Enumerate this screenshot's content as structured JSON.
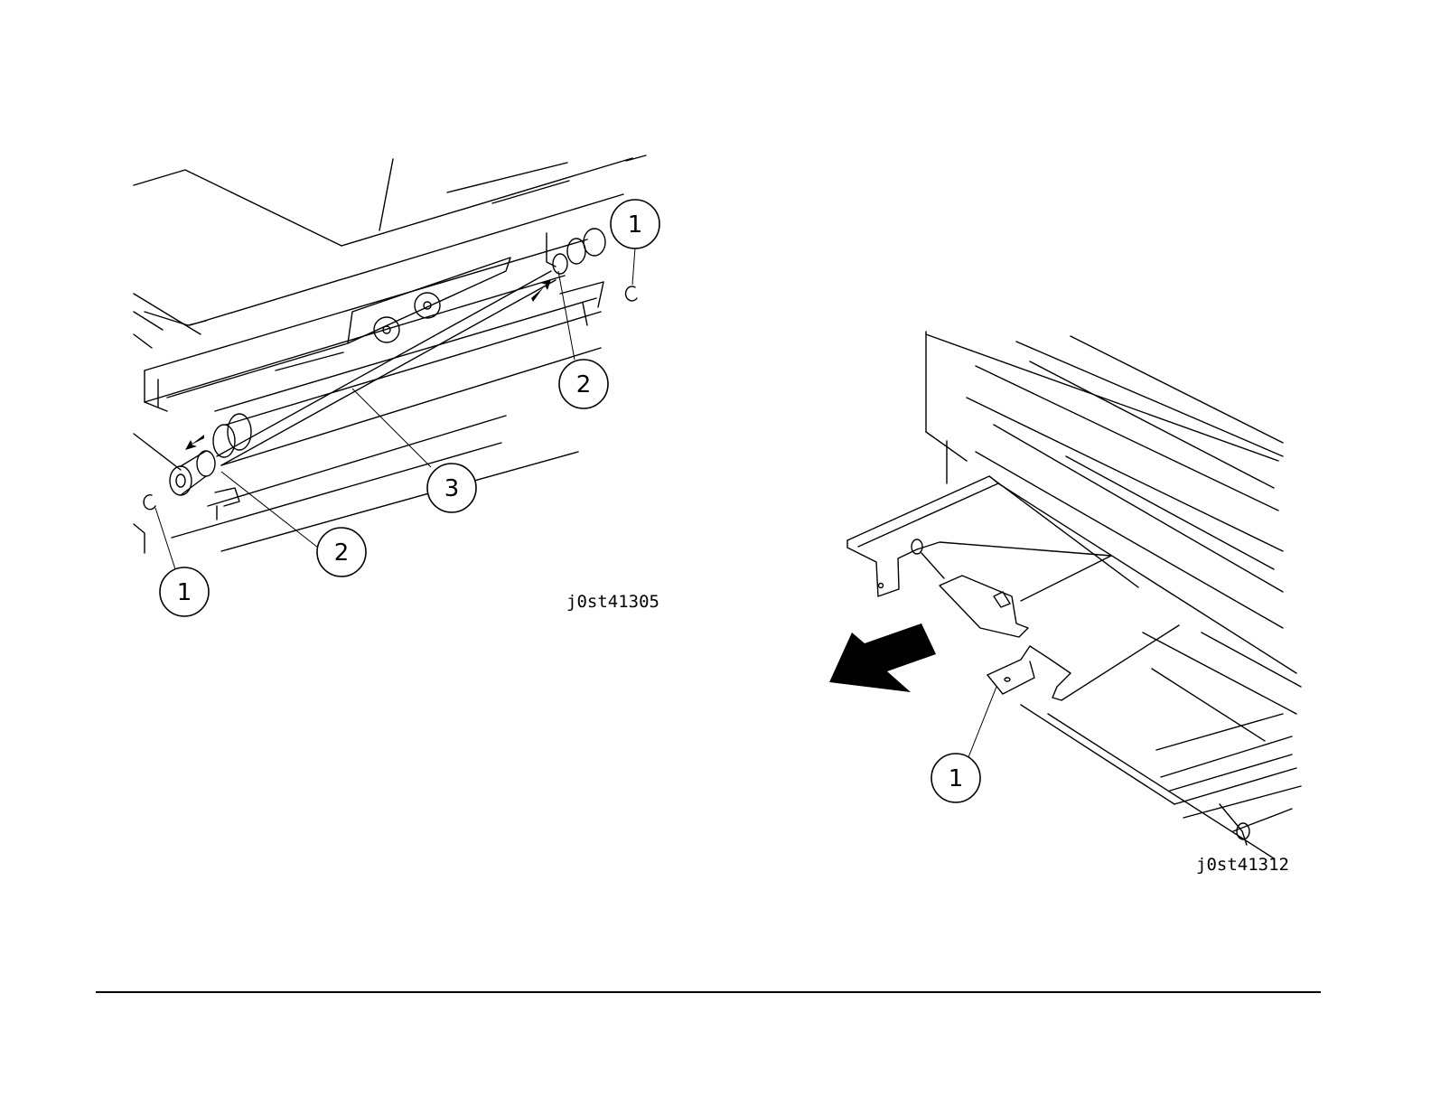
{
  "figures": [
    {
      "id": "j0st41305",
      "callouts": [
        "1",
        "2",
        "2",
        "1",
        "3"
      ]
    },
    {
      "id": "j0st41312",
      "callouts": [
        "1"
      ]
    }
  ]
}
